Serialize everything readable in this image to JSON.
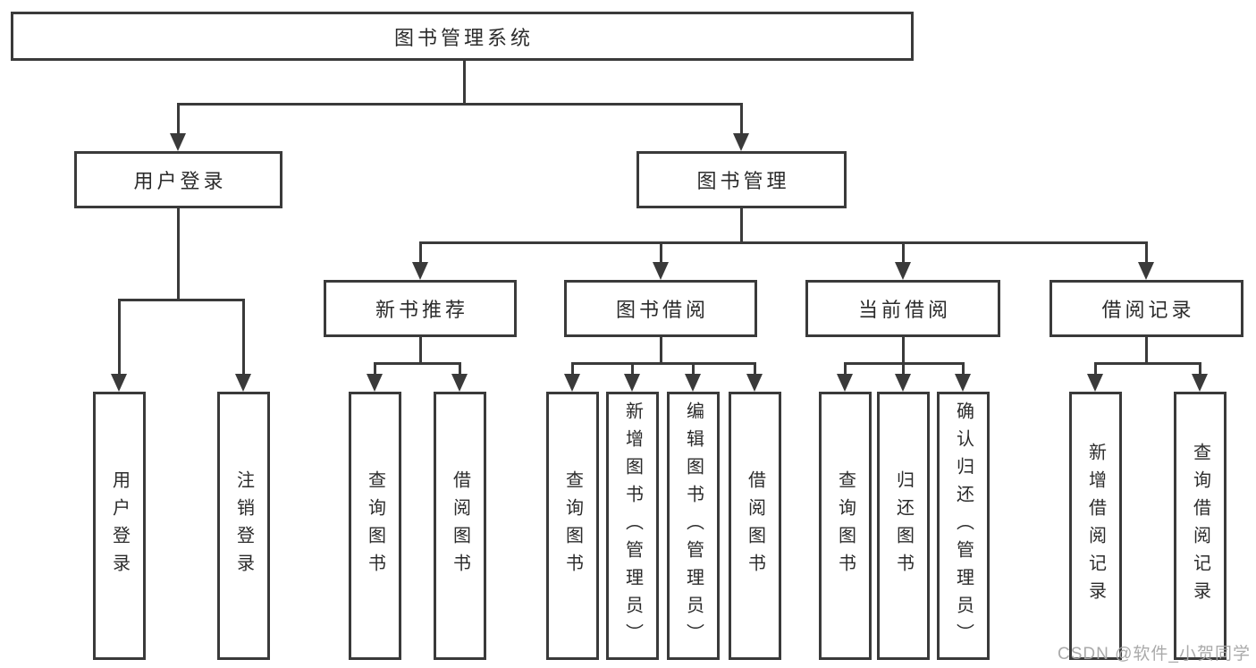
{
  "diagram_title": "图书管理系统",
  "tree": {
    "label": "图书管理系统",
    "children": [
      {
        "label": "用户登录",
        "children": [
          {
            "label": "用户登录"
          },
          {
            "label": "注销登录"
          }
        ]
      },
      {
        "label": "图书管理",
        "children": [
          {
            "label": "新书推荐",
            "children": [
              {
                "label": "查询图书"
              },
              {
                "label": "借阅图书"
              }
            ]
          },
          {
            "label": "图书借阅",
            "children": [
              {
                "label": "查询图书"
              },
              {
                "label": "新增图书（管理员）"
              },
              {
                "label": "编辑图书（管理员）"
              },
              {
                "label": "借阅图书"
              }
            ]
          },
          {
            "label": "当前借阅",
            "children": [
              {
                "label": "查询图书"
              },
              {
                "label": "归还图书"
              },
              {
                "label": "确认归还（管理员）"
              }
            ]
          },
          {
            "label": "借阅记录",
            "children": [
              {
                "label": "新增借阅记录"
              },
              {
                "label": "查询借阅记录"
              }
            ]
          }
        ]
      }
    ]
  },
  "watermark": "CSDN @软件_小贺同学",
  "colors": {
    "line": "#3a3a3a",
    "box_border": "#3a3a3a",
    "box_fill": "#ffffff",
    "text": "#2b2b2b",
    "watermark": "#a5a5a5",
    "background": "#ffffff"
  }
}
